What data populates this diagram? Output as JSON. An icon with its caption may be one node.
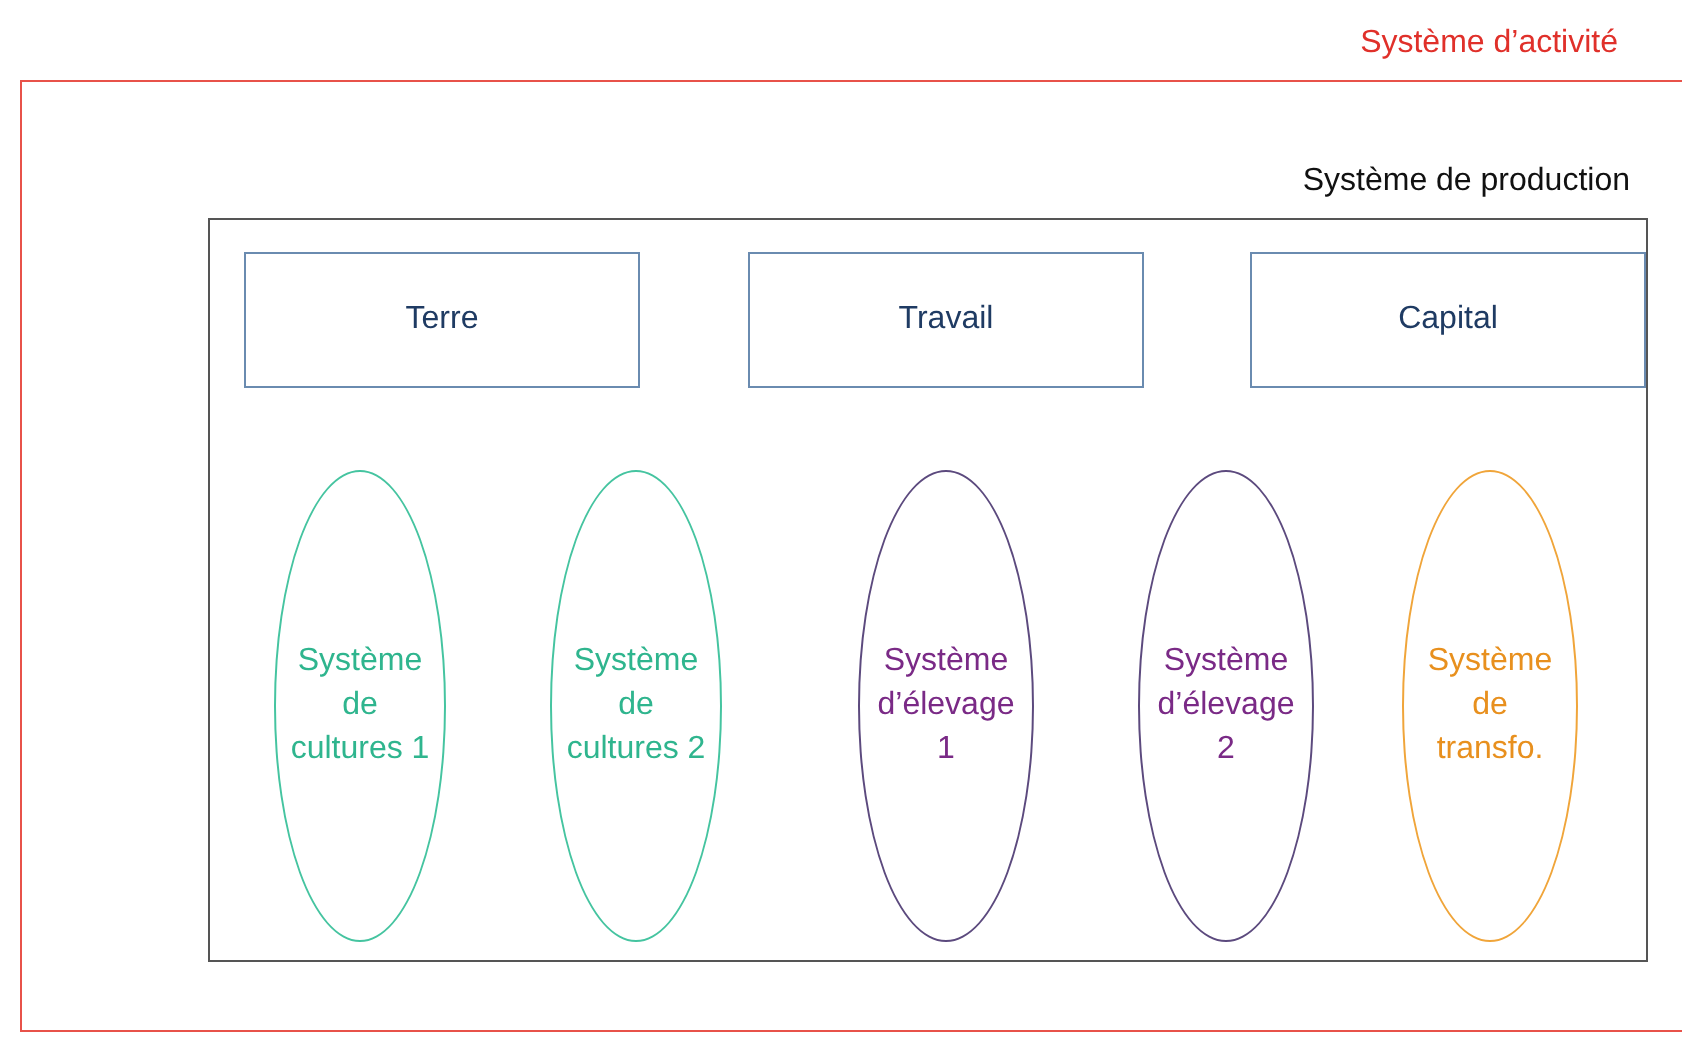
{
  "diagram": {
    "nodes": [
      {
        "text": [
          "Système d’activité"
        ]
      },
      {
        "text": [
          "Système de production"
        ],
        "in": 0
      },
      {
        "text": [
          "Terre"
        ],
        "in": 1
      },
      {
        "text": [
          "Travail"
        ],
        "in": 1
      },
      {
        "text": [
          "Capital"
        ],
        "in": 1
      },
      {
        "text": [
          "Système de cultures 1"
        ],
        "in": 1
      },
      {
        "text": [
          "Système de cultures 2"
        ],
        "in": 1
      },
      {
        "text": [
          "Système d’élevage 1"
        ],
        "in": 1
      },
      {
        "text": [
          "Système d’élevage 2"
        ],
        "in": 1
      },
      {
        "text": [
          "Système de transfo."
        ],
        "in": 1
      }
    ],
    "edges": []
  }
}
